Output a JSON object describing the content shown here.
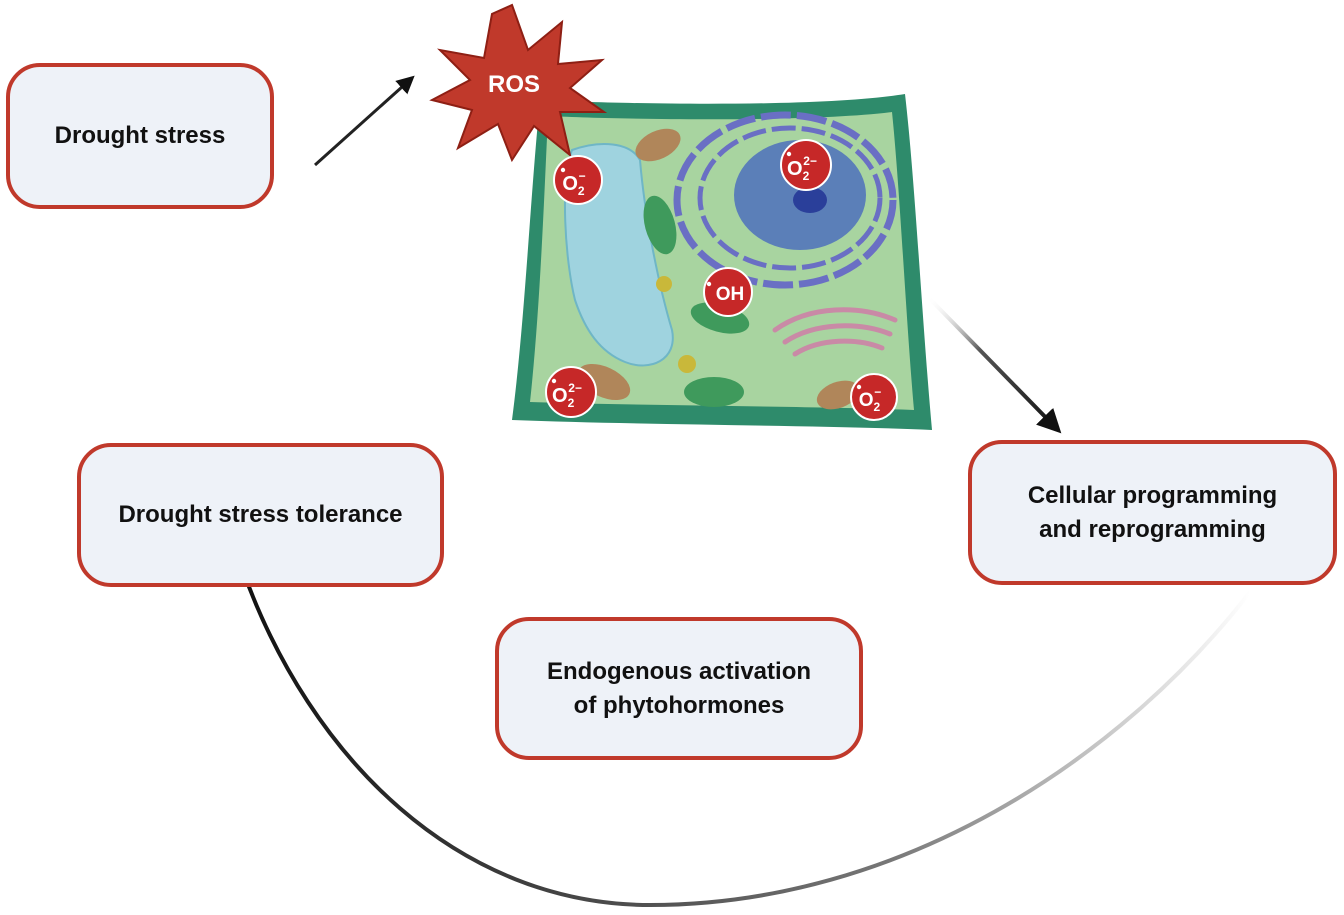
{
  "boxes": {
    "drought_stress": "Drought stress",
    "cellular_line1": "Cellular programming",
    "cellular_line2": "and reprogramming",
    "endogenous_line1": "Endogenous activation",
    "endogenous_line2": "of phytohormones",
    "tolerance": "Drought stress tolerance"
  },
  "ros_label": "ROS",
  "species": {
    "superoxide_top_left": {
      "base": "O",
      "sub": "2",
      "sup": "−"
    },
    "peroxide_top_right": {
      "base": "O",
      "sub": "2",
      "sup": "2−"
    },
    "hydroxyl_center": {
      "base": "OH"
    },
    "peroxide_bottom_left": {
      "base": "O",
      "sub": "2",
      "sup": "2−"
    },
    "superoxide_bottom_right": {
      "base": "O",
      "sub": "2",
      "sup": "−"
    }
  },
  "colors": {
    "box_border": "#c0392b",
    "box_fill": "#eef2f8",
    "ros_star": "#c0392b",
    "badge": "#c62828",
    "cell_wall": "#2e8b6b",
    "cytoplasm": "#a8d4a0",
    "vacuole": "#9fd3df",
    "nucleus": "#5b7fb8",
    "er": "#6a6fc4",
    "mitochondria": "#b0865a",
    "chloroplast": "#3f9a5c",
    "golgi": "#c98aa6"
  }
}
